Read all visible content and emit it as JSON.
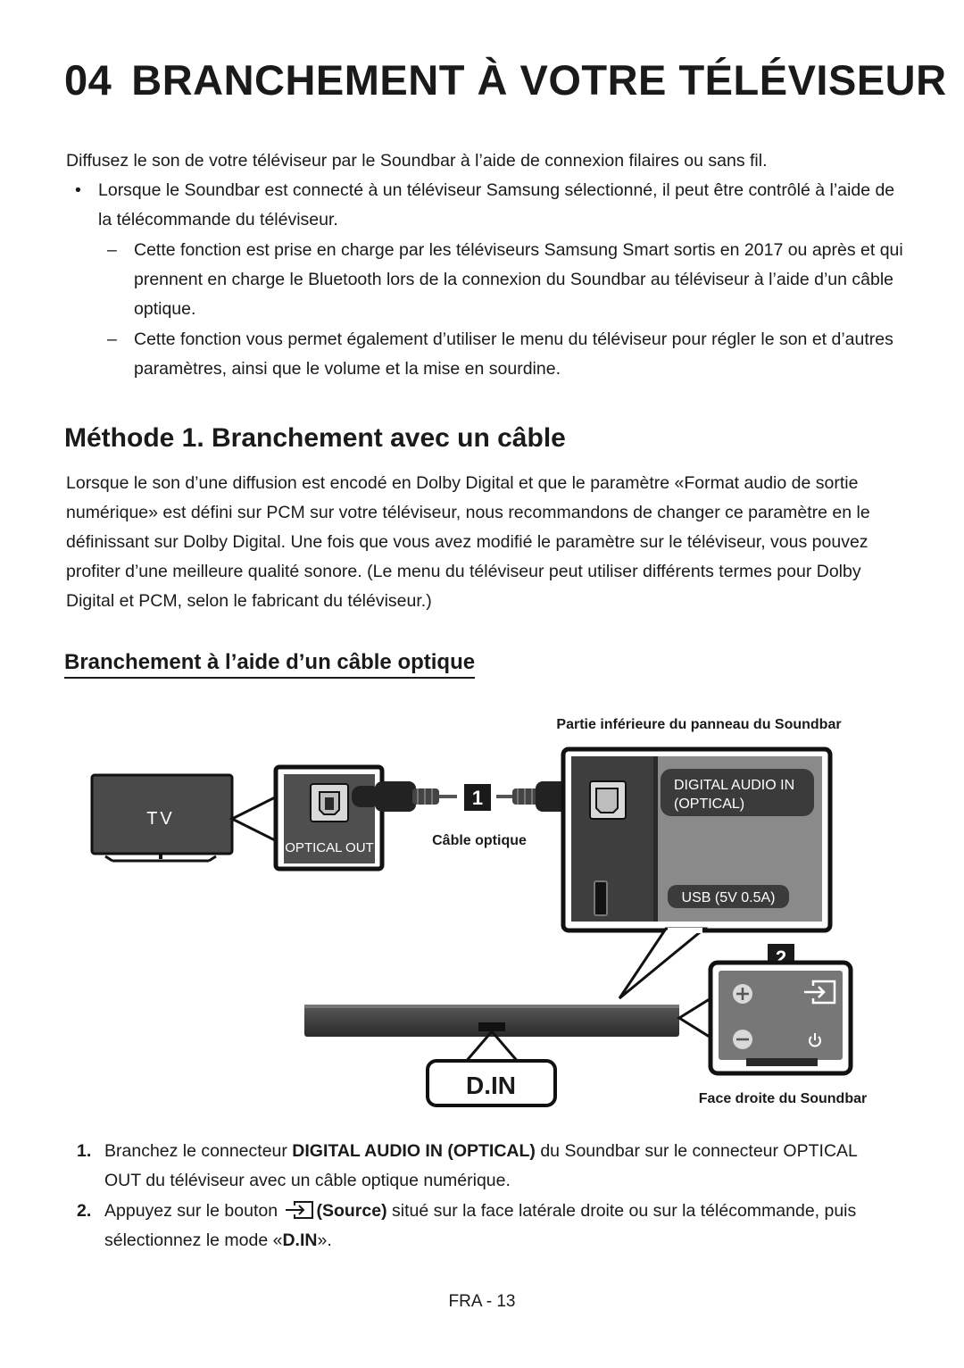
{
  "chapter": {
    "number": "04",
    "title": "BRANCHEMENT À VOTRE TÉLÉVISEUR"
  },
  "intro": "Diffusez le son de votre téléviseur par le Soundbar à l’aide de connexion filaires ou sans fil.",
  "bullet": {
    "marker": "•",
    "text": "Lorsque le Soundbar est connecté à un téléviseur Samsung sélectionné, il peut être contrôlé à l’aide de la télécommande du téléviseur."
  },
  "notes": [
    {
      "marker": "–",
      "text": "Cette fonction est prise en charge par les téléviseurs Samsung Smart sortis en 2017 ou après et qui prennent en charge le Bluetooth lors de la connexion du Soundbar au téléviseur à l’aide d’un câble optique."
    },
    {
      "marker": "–",
      "text": "Cette fonction vous permet également d’utiliser le menu du téléviseur pour régler le son et d’autres paramètres, ainsi que le volume et la mise en sourdine."
    }
  ],
  "method": {
    "title": "Méthode 1. Branchement avec un câble",
    "paragraph": "Lorsque le son d’une diffusion est encodé en Dolby Digital et que le paramètre «Format audio de sortie numérique» est défini sur PCM sur votre téléviseur, nous recommandons de changer ce paramètre en le définissant sur Dolby Digital. Une fois que vous avez modifié le paramètre sur le téléviseur, vous pouvez profiter d’une meilleure qualité sonore. (Le menu du téléviseur peut utiliser différents termes pour Dolby Digital et PCM, selon le fabricant du téléviseur.)"
  },
  "subsection": {
    "title": "Branchement à l’aide d’un câble optique"
  },
  "diagram": {
    "panel_caption": "Partie inférieure du panneau du Soundbar",
    "tv_label": "TV",
    "optical_out_label": "OPTICAL OUT",
    "cable_label": "Câble optique",
    "step_badge_1": "1",
    "step_badge_2": "2",
    "port_label_line1": "DIGITAL AUDIO IN",
    "port_label_line2": "(OPTICAL)",
    "usb_label": "USB (5V 0.5A)",
    "din_label": "D.IN",
    "right_side_caption": "Face droite du Soundbar"
  },
  "steps": [
    {
      "number": "1.",
      "pre": "Branchez le connecteur ",
      "bold": "DIGITAL AUDIO IN (OPTICAL)",
      "post": " du Soundbar sur le connecteur OPTICAL OUT du téléviseur avec un câble optique numérique."
    },
    {
      "number": "2.",
      "pre": "Appuyez sur le bouton ",
      "bold": "(Source)",
      "mid": " situé sur la face latérale droite ou sur la télécommande, puis sélectionnez le mode «",
      "bold2": "D.IN",
      "post": "»."
    }
  ],
  "footer": "FRA - 13"
}
